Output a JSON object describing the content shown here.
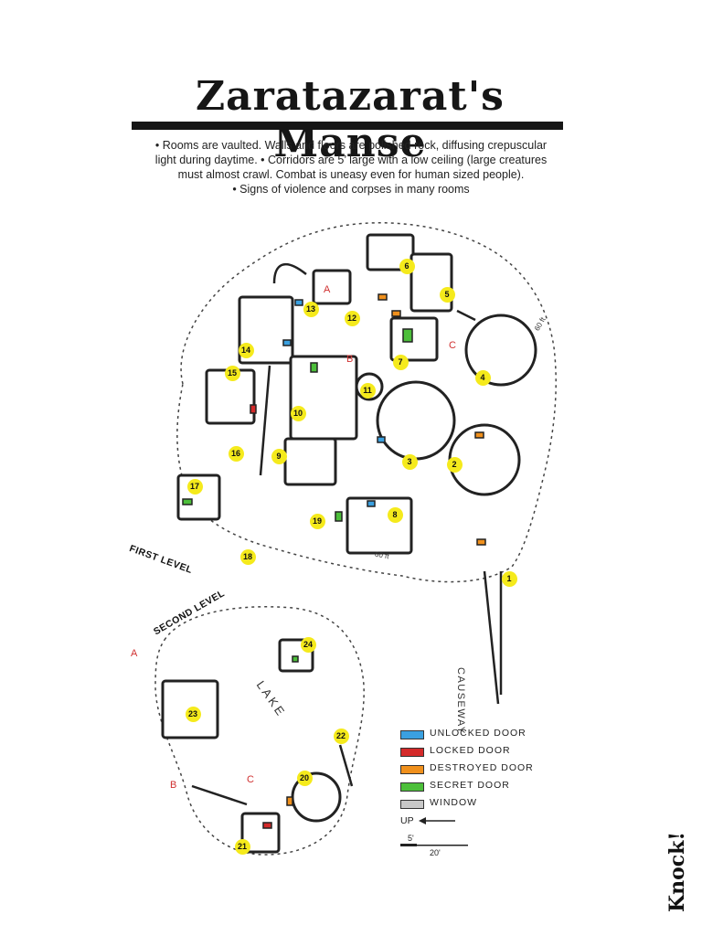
{
  "title": "Zaratazarat's Manse",
  "description": [
    "• Rooms are vaulted. Walls and floors are polished rock, diffusing crepuscular",
    "light during daytime. • Corridors are 5’ large with a low ceiling (large creatures",
    "must almost crawl. Combat is uneasy even for human sized people).",
    "• Signs of violence and corpses in many rooms"
  ],
  "map": {
    "level_labels": {
      "first": "FIRST LEVEL",
      "second": "SECOND LEVEL"
    },
    "causeway_label": "CAUSEWAY",
    "lake_label": "LAKE",
    "room_numbers": [
      "1",
      "2",
      "3",
      "4",
      "5",
      "6",
      "7",
      "8",
      "9",
      "10",
      "11",
      "12",
      "13",
      "14",
      "15",
      "16",
      "17",
      "18",
      "19",
      "20",
      "21",
      "22",
      "23",
      "24"
    ],
    "stair_refs": [
      "A",
      "B",
      "C",
      "A",
      "B",
      "C"
    ],
    "drop_labels": [
      "60 ft",
      "60 ft"
    ]
  },
  "legend": {
    "items": [
      {
        "label": "UNLOCKED DOOR",
        "color": "#3aa0e0"
      },
      {
        "label": "LOCKED DOOR",
        "color": "#d42a2a"
      },
      {
        "label": "DESTROYED DOOR",
        "color": "#f0901c"
      },
      {
        "label": "SECRET DOOR",
        "color": "#4cbf3a"
      },
      {
        "label": "WINDOW",
        "color": "#c8c8c8"
      }
    ],
    "up_label": "UP",
    "scale_small": "5'",
    "scale_large": "20'"
  },
  "brand": "Knock!",
  "colors": {
    "marker": "#f5ea1c",
    "ink": "#161616",
    "ref": "#d03030"
  }
}
